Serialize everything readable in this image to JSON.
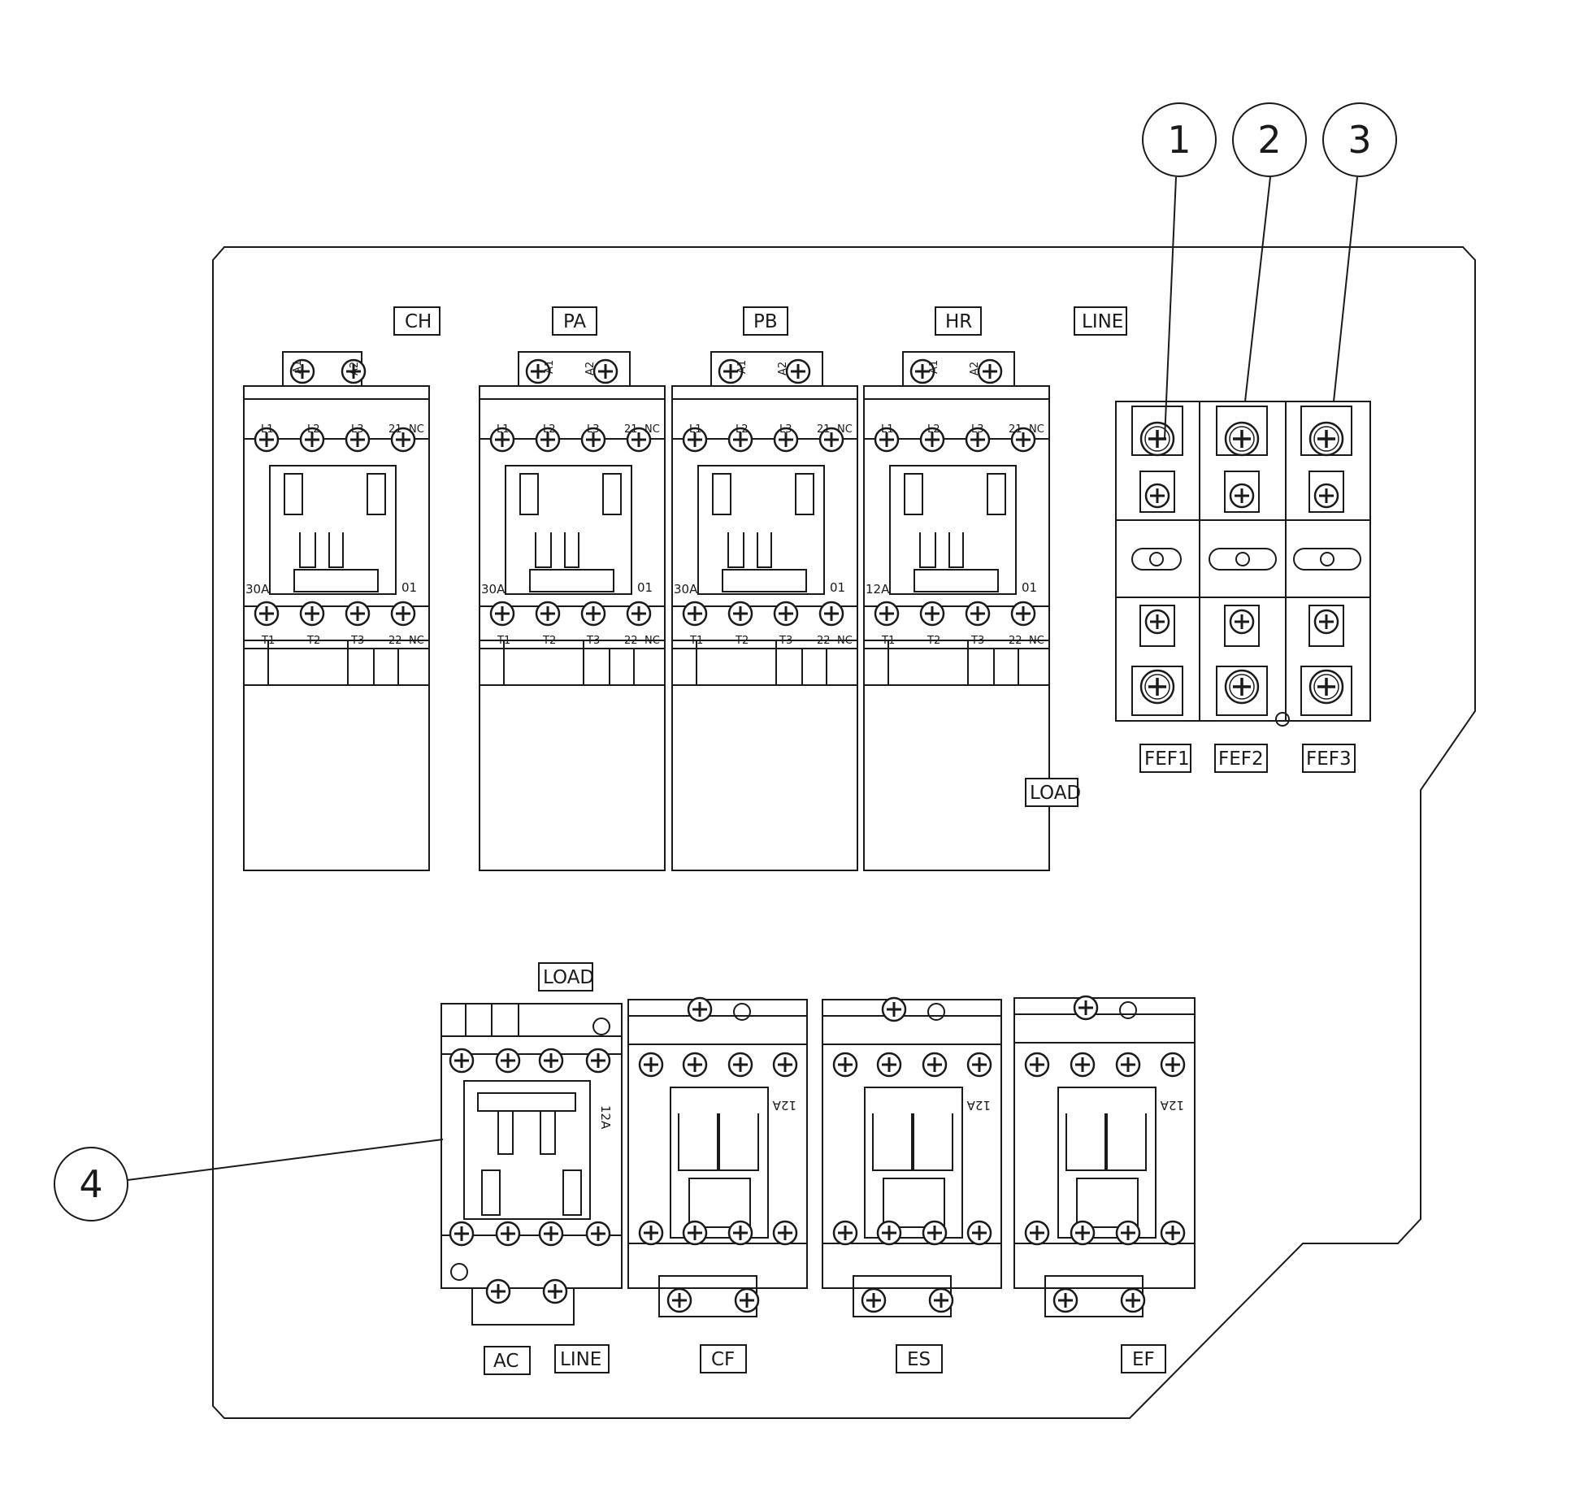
{
  "diagram": {
    "top_labels": {
      "ch": "CH",
      "pa": "PA",
      "pb": "PB",
      "hr": "HR",
      "line_top": "LINE",
      "load_right": "LOAD",
      "fef1": "FEF1",
      "fef2": "FEF2",
      "fef3": "FEF3"
    },
    "bottom_labels": {
      "load_bottom": "LOAD",
      "ac": "AC",
      "line_bottom": "LINE",
      "cf": "CF",
      "es": "ES",
      "ef": "EF"
    },
    "callouts": [
      "1",
      "2",
      "3",
      "4"
    ],
    "terminals": {
      "a1": "A1",
      "a2": "A2",
      "top_row": [
        "L1",
        "L2",
        "L3",
        "21",
        "NC"
      ],
      "bottom_row": [
        "T1",
        "T2",
        "T3",
        "22",
        "NC"
      ],
      "aux_label": "01",
      "ratings": [
        "30A",
        "30A",
        "30A",
        "12A",
        "12A",
        "12A",
        "12A",
        "12A"
      ]
    }
  }
}
